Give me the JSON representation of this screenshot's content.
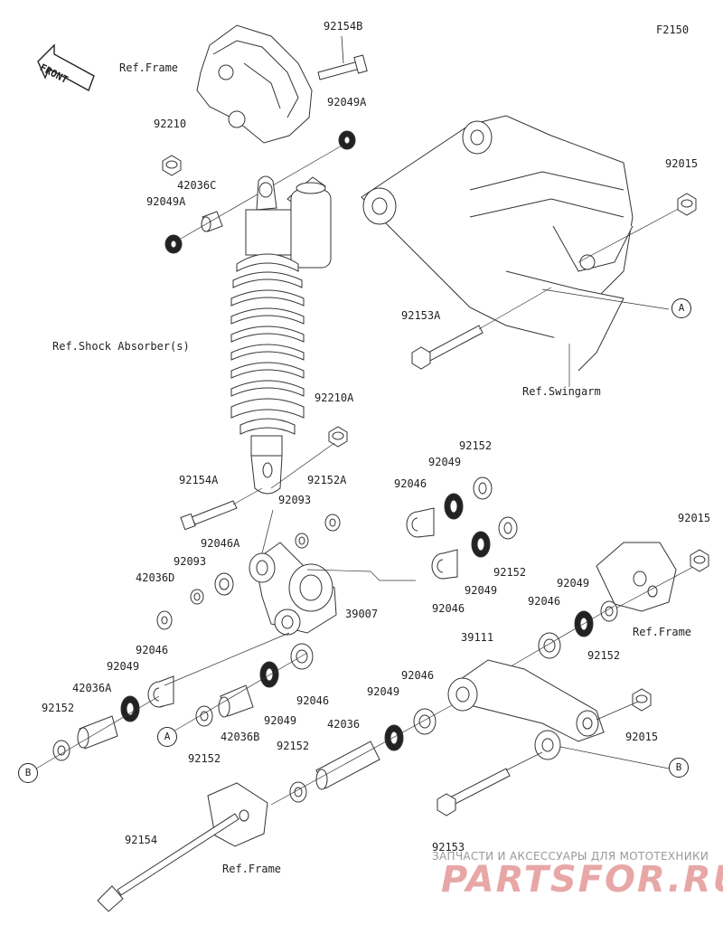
{
  "figure_code": "F2150",
  "front_label": "FRONT",
  "part_labels": {
    "p92154B": "92154B",
    "ref_frame_top": "Ref.Frame",
    "p92049A_top": "92049A",
    "p92210": "92210",
    "p42036C": "42036C",
    "p92049A_left": "92049A",
    "ref_shock": "Ref.Shock Absorber(s)",
    "p92210A": "92210A",
    "p92154A": "92154A",
    "p92093_upper": "92093",
    "p92152A": "92152A",
    "p92046A": "92046A",
    "p92093_lower": "92093",
    "p42036D": "42036D",
    "p39007": "39007",
    "p92046_left": "92046",
    "p92049_left": "92049",
    "p42036A": "42036A",
    "p92152_left": "92152",
    "p92152_mid": "92152",
    "p42036B": "42036B",
    "p92049_mid": "92049",
    "p92046_mid": "92046",
    "p92015_top": "92015",
    "p92153A": "92153A",
    "ref_swingarm": "Ref.Swingarm",
    "p92152_c1": "92152",
    "p92049_c1": "92049",
    "p92046_c1": "92046",
    "p92049_c2": "92049",
    "p92152_c2": "92152",
    "p92046_c2": "92046",
    "p92015_right": "92015",
    "p92049_r": "92049",
    "p92046_r": "92046",
    "p92152_r": "92152",
    "ref_frame_right": "Ref.Frame",
    "p39111": "39111",
    "p92046_low": "92046",
    "p92049_low": "92049",
    "p42036": "42036",
    "p92152_low": "92152",
    "p92015_low": "92015",
    "p92154": "92154",
    "ref_frame_bottom": "Ref.Frame",
    "p92153": "92153"
  },
  "callouts": {
    "a": "A",
    "b": "B"
  },
  "watermark": {
    "caption": "ЗАПЧАСТИ И АКСЕССУАРЫ ДЛЯ МОТОТЕХНИКИ",
    "logo": "PARTSFOR.RU"
  }
}
